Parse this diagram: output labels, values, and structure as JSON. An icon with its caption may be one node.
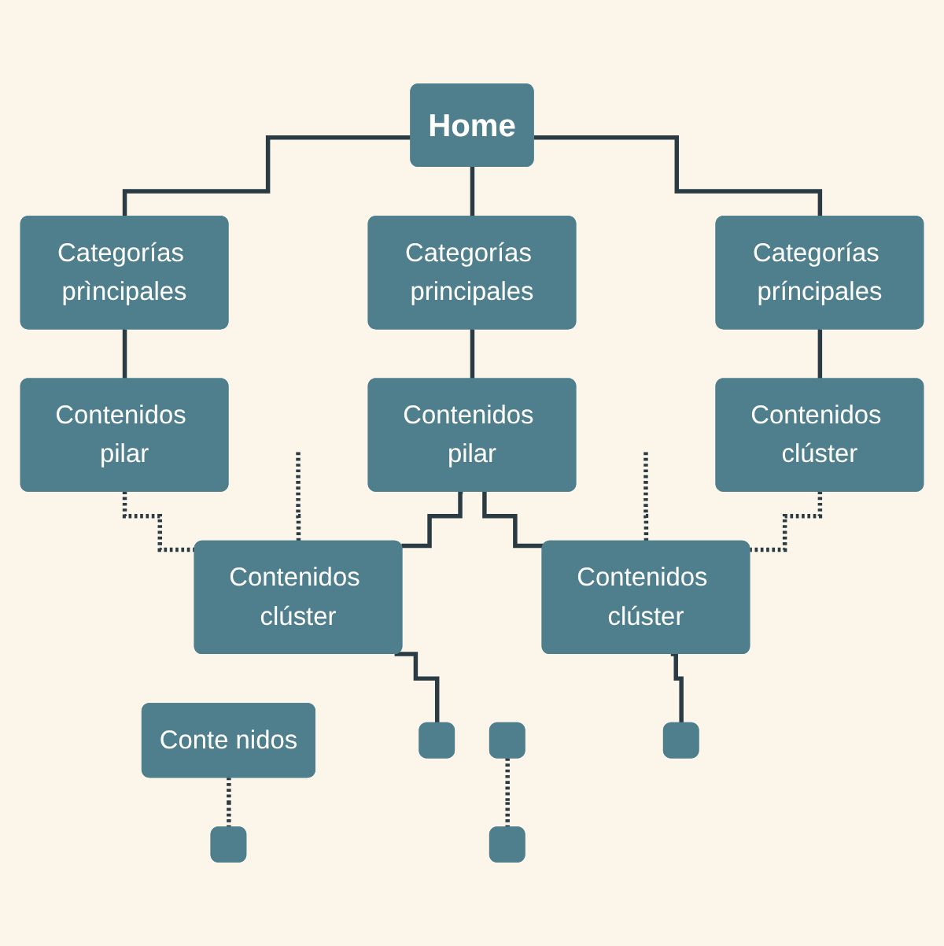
{
  "diagram": {
    "nodes": [
      {
        "text": [
          "Home"
        ]
      },
      {
        "text": [
          "Categorías prìncipales"
        ]
      },
      {
        "text": [
          "Categorías principales"
        ]
      },
      {
        "text": [
          "Categorías príncipales"
        ]
      },
      {
        "text": [
          "Contenidos pilar"
        ]
      },
      {
        "text": [
          "Contenidos pilar"
        ]
      },
      {
        "text": [
          "Contenidos clúster"
        ]
      },
      {
        "text": [
          "Contenidos clúster"
        ]
      },
      {
        "text": [
          "Contenidos clúster"
        ]
      },
      {
        "text": [
          "Conte nidos"
        ]
      },
      {
        "text": [],
        "shape": "box"
      },
      {
        "text": [],
        "shape": "box"
      },
      {
        "text": [],
        "shape": "box"
      },
      {
        "text": [],
        "shape": "box"
      },
      {
        "text": [],
        "shape": "box"
      }
    ],
    "edges": [
      {
        "from": 0,
        "to": 1,
        "arrow": "none"
      },
      {
        "from": 0,
        "to": 2,
        "arrow": "none"
      },
      {
        "from": 0,
        "to": 3,
        "arrow": "none"
      },
      {
        "from": 1,
        "to": 4,
        "arrow": "none"
      },
      {
        "from": 2,
        "to": 5,
        "arrow": "none"
      },
      {
        "from": 3,
        "to": 6,
        "arrow": "none"
      },
      {
        "from": 4,
        "to": 7,
        "arrow": "none",
        "style": "dashed"
      },
      {
        "from": 7,
        "to": null,
        "arrow": "none",
        "style": "dashed"
      },
      {
        "from": 5,
        "to": 7,
        "arrow": "none"
      },
      {
        "from": 5,
        "to": 8,
        "arrow": "none"
      },
      {
        "from": 8,
        "to": null,
        "arrow": "none",
        "style": "dashed"
      },
      {
        "from": 6,
        "to": 8,
        "arrow": "none",
        "style": "dashed"
      },
      {
        "from": 7,
        "to": 10,
        "arrow": "none"
      },
      {
        "from": 9,
        "to": 11,
        "arrow": "none",
        "style": "dashed"
      },
      {
        "from": 8,
        "to": 13,
        "arrow": "none"
      },
      {
        "from": 12,
        "to": 14,
        "arrow": "none",
        "style": "dashed"
      }
    ]
  }
}
